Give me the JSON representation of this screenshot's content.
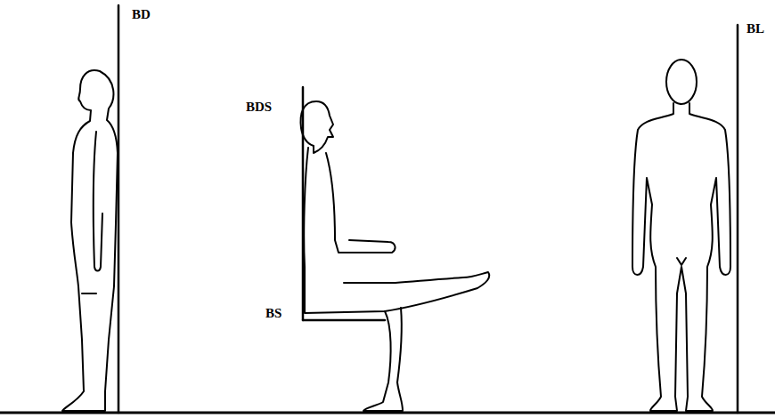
{
  "diagram": {
    "labels": [
      "BD",
      "BDS",
      "BS",
      "BL"
    ]
  }
}
